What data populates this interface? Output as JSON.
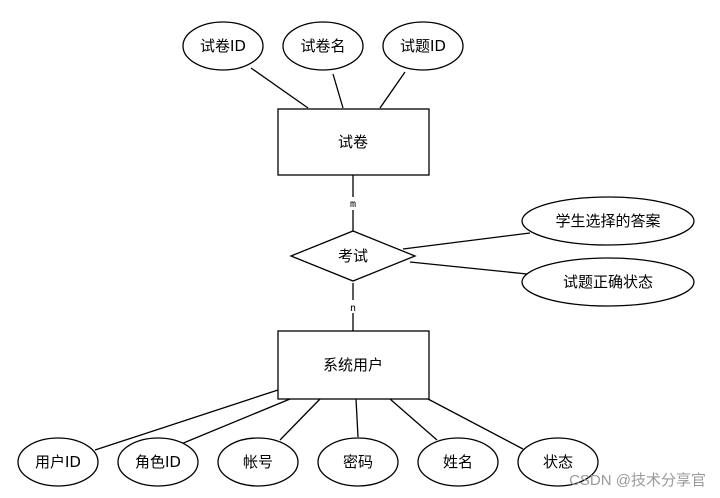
{
  "entities": {
    "exam_paper": "试卷",
    "system_user": "系统用户"
  },
  "relationship": {
    "label": "考试",
    "cardinality_top": "m",
    "cardinality_bottom": "n"
  },
  "exam_paper_attributes": [
    "试卷ID",
    "试卷名",
    "试题ID"
  ],
  "exam_attributes": [
    "学生选择的答案",
    "试题正确状态"
  ],
  "user_attributes": [
    "用户ID",
    "角色ID",
    "帐号",
    "密码",
    "姓名",
    "状态"
  ],
  "watermark": "CSDN @技术分享官"
}
